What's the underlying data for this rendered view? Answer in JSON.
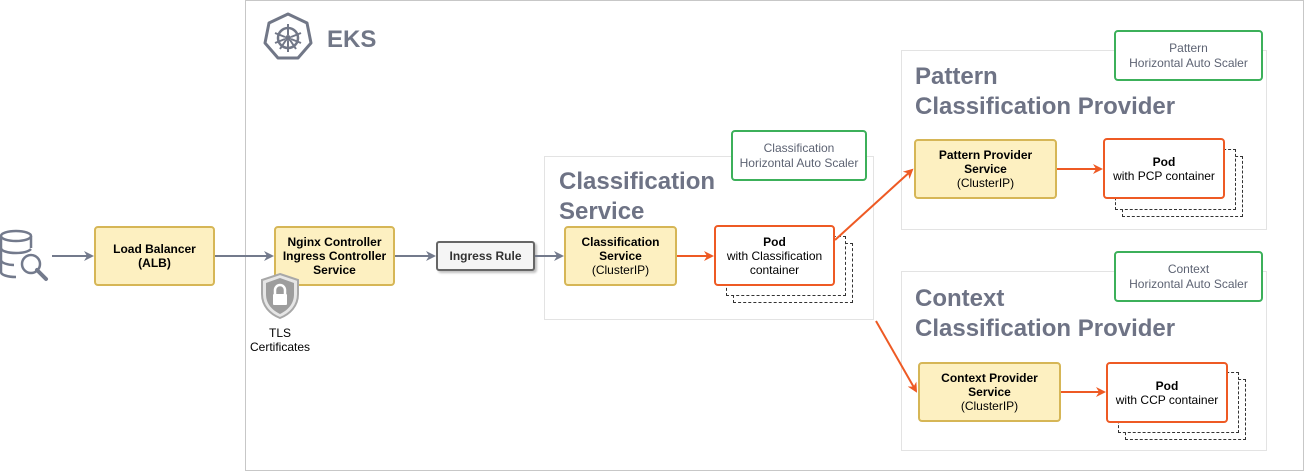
{
  "cluster": {
    "label": "EKS",
    "icon": "kubernetes-icon"
  },
  "client": {
    "icon": "database-search-icon"
  },
  "load_balancer": {
    "title": "Load Balancer",
    "subtitle": "(ALB)"
  },
  "nginx": {
    "line1": "Nginx Controller",
    "line2": "Ingress Controller",
    "line3": "Service"
  },
  "tls": {
    "icon": "shield-lock-icon",
    "line1": "TLS",
    "line2": "Certificates"
  },
  "ingress_rule": {
    "label": "Ingress Rule"
  },
  "classification": {
    "group_title_line1": "Classification",
    "group_title_line2": "Service",
    "hpa": {
      "line1": "Classification",
      "line2": "Horizontal Auto Scaler"
    },
    "service": {
      "line1": "Classification",
      "line2": "Service",
      "line3": "(ClusterIP)"
    },
    "pod": {
      "title": "Pod",
      "line2": "with Classification",
      "line3": "container"
    }
  },
  "pattern": {
    "group_title_line1": "Pattern",
    "group_title_line2": "Classification Provider",
    "hpa": {
      "line1": "Pattern",
      "line2": "Horizontal Auto Scaler"
    },
    "service": {
      "line1": "Pattern Provider",
      "line2": "Service",
      "line3": "(ClusterIP)"
    },
    "pod": {
      "title": "Pod",
      "line2": "with PCP container"
    }
  },
  "context": {
    "group_title_line1": "Context",
    "group_title_line2": "Classification Provider",
    "hpa": {
      "line1": "Context",
      "line2": "Horizontal Auto Scaler"
    },
    "service": {
      "line1": "Context Provider",
      "line2": "Service",
      "line3": "(ClusterIP)"
    },
    "pod": {
      "title": "Pod",
      "line2": "with CCP container"
    }
  },
  "colors": {
    "gray_arrow": "#737a8c",
    "orange_arrow": "#ee5a24",
    "service_fill": "#fdf0c1",
    "service_border": "#d6b656",
    "hpa_border": "#3cb05a",
    "pod_border": "#ee5a24",
    "title_text": "#6e7385"
  }
}
